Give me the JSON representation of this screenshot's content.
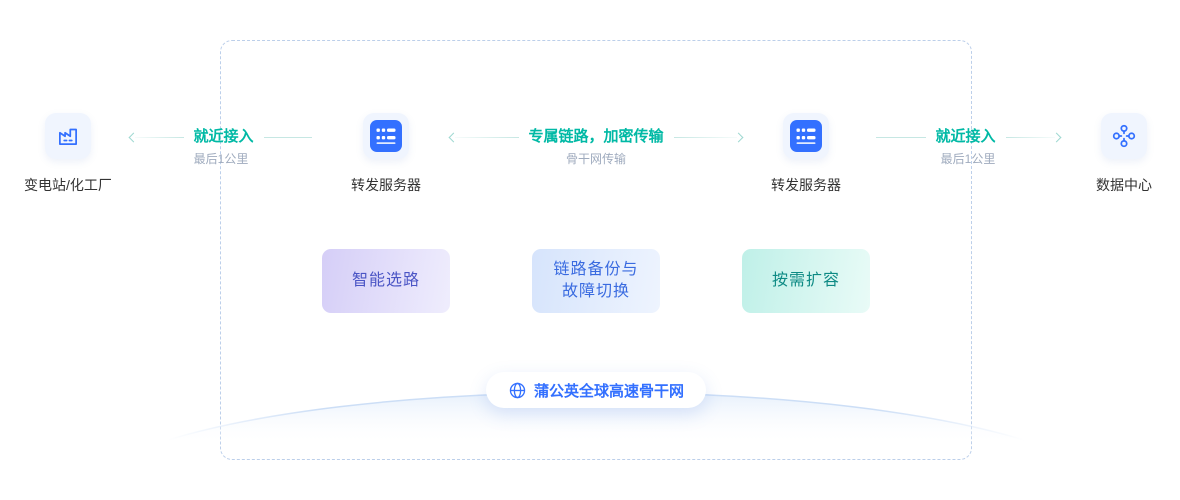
{
  "nodes": {
    "source": {
      "label": "变电站/化工厂",
      "icon": "factory-icon"
    },
    "relay1": {
      "label": "转发服务器",
      "icon": "server-icon"
    },
    "relay2": {
      "label": "转发服务器",
      "icon": "server-icon"
    },
    "target": {
      "label": "数据中心",
      "icon": "cluster-icon"
    }
  },
  "links": [
    {
      "title": "就近接入",
      "subtitle": "最后1公里",
      "direction": "left"
    },
    {
      "title": "专属链路，加密传输",
      "subtitle": "骨干网传输",
      "direction": "both"
    },
    {
      "title": "就近接入",
      "subtitle": "最后1公里",
      "direction": "right"
    }
  ],
  "features": [
    {
      "label": "智能选路",
      "theme": "purple"
    },
    {
      "label": "链路备份与\n故障切换",
      "theme": "blue"
    },
    {
      "label": "按需扩容",
      "theme": "teal"
    }
  ],
  "backbone": {
    "label": "蒲公英全球高速骨干网",
    "icon": "globe-icon"
  },
  "colors": {
    "accent_teal": "#00B9A5",
    "accent_blue": "#3370FF",
    "muted_gray": "#9FABBE",
    "label_dark": "#333333",
    "line_teal": "#C6E7E3",
    "dashed_border": "#BCCFEA"
  }
}
